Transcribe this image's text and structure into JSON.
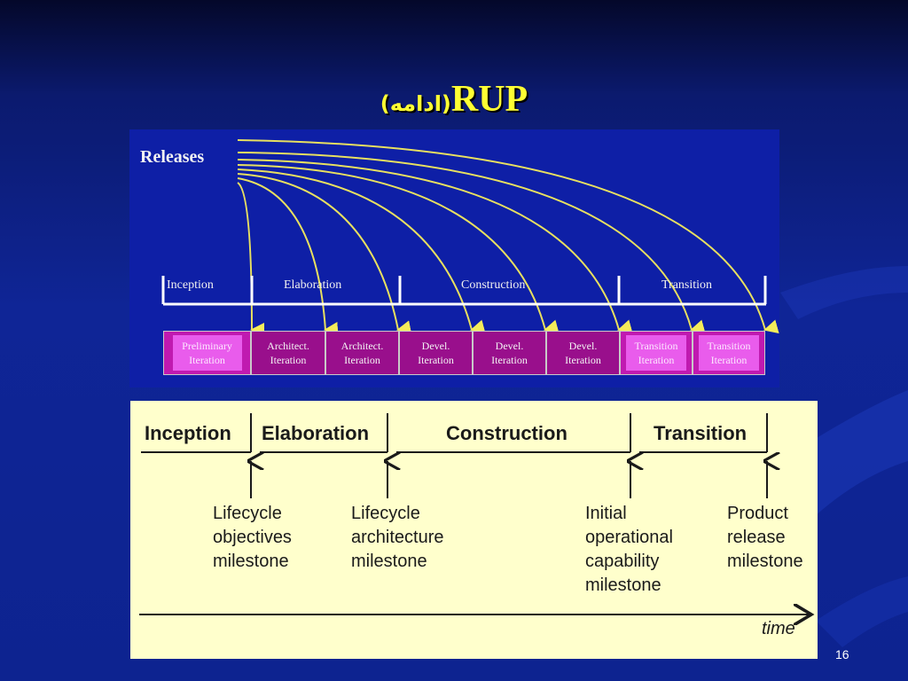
{
  "slide": {
    "title_main": "RUP",
    "title_sub": "(ادامه)",
    "page_number": "16"
  },
  "releases_diagram": {
    "label": "Releases",
    "phases": [
      "Inception",
      "Elaboration",
      "Construction",
      "Transition"
    ],
    "iterations": [
      {
        "line1": "Preliminary",
        "line2": "Iteration",
        "highlight": true
      },
      {
        "line1": "Architect.",
        "line2": "Iteration",
        "highlight": false
      },
      {
        "line1": "Architect.",
        "line2": "Iteration",
        "highlight": false
      },
      {
        "line1": "Devel.",
        "line2": "Iteration",
        "highlight": false
      },
      {
        "line1": "Devel.",
        "line2": "Iteration",
        "highlight": false
      },
      {
        "line1": "Devel.",
        "line2": "Iteration",
        "highlight": false
      },
      {
        "line1": "Transition",
        "line2": "Iteration",
        "highlight": true
      },
      {
        "line1": "Transition",
        "line2": "Iteration",
        "highlight": true
      }
    ]
  },
  "milestones_diagram": {
    "phases": [
      "Inception",
      "Elaboration",
      "Construction",
      "Transition"
    ],
    "milestones": [
      {
        "lines": [
          "Lifecycle",
          "objectives",
          "milestone"
        ]
      },
      {
        "lines": [
          "Lifecycle",
          "architecture",
          "milestone"
        ]
      },
      {
        "lines": [
          "Initial",
          "operational",
          "capability",
          "milestone"
        ]
      },
      {
        "lines": [
          "Product",
          "release",
          "milestone"
        ]
      }
    ],
    "axis_label": "time"
  },
  "colors": {
    "title": "#ffff33",
    "arrow": "#e8e060",
    "iteration_box": "#990f8c",
    "panel_bg": "#ffffcc"
  }
}
